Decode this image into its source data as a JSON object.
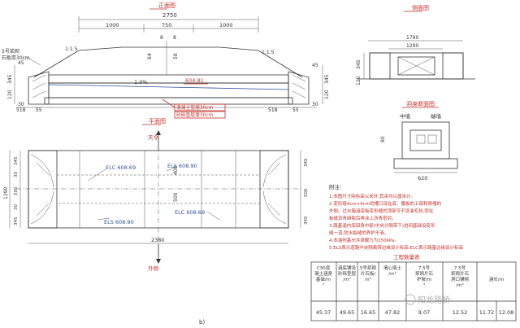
{
  "views": {
    "front_title": "正面图",
    "side_title": "侧面图",
    "plan_title": "平面图",
    "section_title": "洞身断面图",
    "mid_label": "中墙",
    "end_label": "端墙"
  },
  "front": {
    "dim_total": "2750",
    "dim_left": "1000",
    "dim_mid": "750",
    "dim_right": "1000",
    "dim_8a": "8",
    "dim_8b": "8",
    "slope_left": "1:1.5",
    "slope_right": "1:1.5",
    "dim_64": "64",
    "dim_58": "58",
    "stone_label_1": "5号浆砌",
    "stone_label_2": "石板厚30cm",
    "dim_45": "45",
    "dim_345": "345",
    "dim_120": "120",
    "dim_30": "30",
    "dim_518_l": "518",
    "dim_55_l": "55",
    "dim_518_r": "518",
    "dim_55_r": "55",
    "dim_45_r": "45",
    "dim_120_r": "120",
    "dim_30_r": "30",
    "dim_345_r": "345",
    "slope_pct": "1.0%",
    "elev": "604.81",
    "note_concrete": "混凝土垫层30cm",
    "note_gravel": "砂砾垫层厚30cm"
  },
  "side": {
    "dim_1790": "1790",
    "dim_1290": "1290",
    "dim_345": "345",
    "dim_120": "120"
  },
  "section": {
    "dim_80": "80",
    "dim_620": "620"
  },
  "plan": {
    "arrow_top": "天令",
    "arrow_bottom": "外侧",
    "dim_2380": "2380",
    "dim_400": "400",
    "dim_500": "500",
    "dim_1290": "1290",
    "dim_345_a": "345",
    "dim_30_a": "30",
    "dim_500_l": "500",
    "dim_345_b": "345",
    "dim_30_b": "30",
    "dim_345_r1": "345",
    "dim_500_r": "500",
    "dim_345_r2": "345",
    "elc_1": "ELC 608.69",
    "els_1": "ELS 608.90",
    "elc_2": "ELC 608.69",
    "els_2": "ELS 608.90"
  },
  "notes": {
    "title": "附注:",
    "lines": [
      "1.本图尺寸除标高以米外,其余均以厘米计。",
      "2.变形缝4cm×4cm的槽口设在底、腹板的上部和侧墙的",
      "  外侧。过水箱涵底板变形缝的顶部可不设油毛毡,而在",
      "  板缝沥青麻絮后再涂上沥青密封。",
      "3.路基涵内底回身中部(中央分隔带下)进间基础设变形",
      "  缝一道,防水裂缝的养护不清。",
      "4.本涵地基允许承载力为150kPa。",
      "5.ELS表示道路中央隔离带边缘设计标高;ELC表示路基边缘设计标高"
    ],
    "table_title": "工程数量表"
  },
  "quantity_table": {
    "headers": [
      "C30混凝土涵身基础/m³",
      "涵底铺设砂砾垫层/m³",
      "5号浆砌片石板/m³",
      "墙心填土/m³",
      "7.5号浆砌片石护坡/m³",
      "7.5号浆砌片石洞口铺砌/m³",
      "涵长/m"
    ],
    "values": [
      "45.37",
      "49.65",
      "16.65",
      "47.82",
      "9.07",
      "12.52",
      "11.72",
      "12.08"
    ]
  },
  "page": {
    "page_number": "b)",
    "watermark": "知龙路桥"
  }
}
